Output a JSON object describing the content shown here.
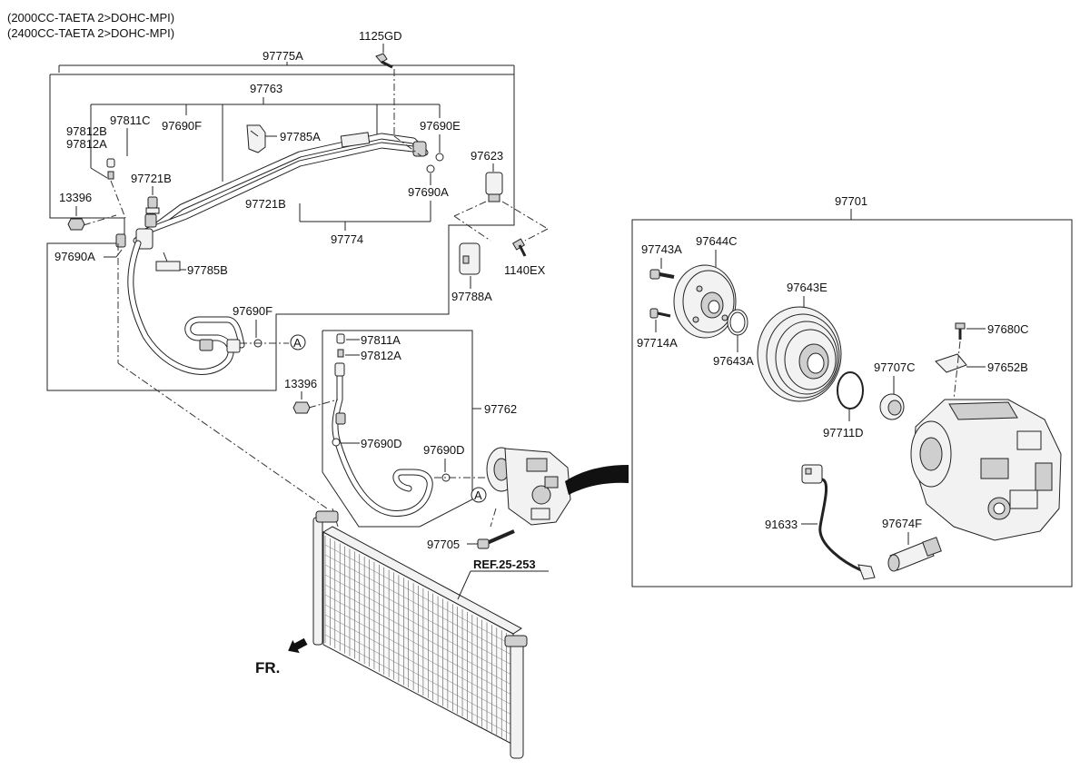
{
  "header": {
    "line1": "(2000CC-TAETA 2>DOHC-MPI)",
    "line2": "(2400CC-TAETA 2>DOHC-MPI)"
  },
  "labels": {
    "p1125GD": "1125GD",
    "p97775A": "97775A",
    "p97763": "97763",
    "p97811C": "97811C",
    "p97812B": "97812B",
    "p97812A_top": "97812A",
    "p97690F_top": "97690F",
    "p97785A": "97785A",
    "p97690E": "97690E",
    "p97623": "97623",
    "p97721B_top": "97721B",
    "p13396_top": "13396",
    "p97690A_right": "97690A",
    "p97721B_low": "97721B",
    "p97774": "97774",
    "p97690A_left": "97690A",
    "p97785B": "97785B",
    "p1140EX": "1140EX",
    "p97788A": "97788A",
    "p97690F_low": "97690F",
    "p97811A": "97811A",
    "p97812A_low": "97812A",
    "p13396_low": "13396",
    "p97762": "97762",
    "p97690D_left": "97690D",
    "p97690D_right": "97690D",
    "p97705": "97705",
    "p97701": "97701",
    "p97743A": "97743A",
    "p97644C": "97644C",
    "p97643E": "97643E",
    "p97714A": "97714A",
    "p97643A": "97643A",
    "p97680C": "97680C",
    "p97707C": "97707C",
    "p97652B": "97652B",
    "p97711D": "97711D",
    "p91633": "91633",
    "p97674F": "97674F"
  },
  "markers": {
    "a": "A"
  },
  "ref": "REF.25-253",
  "fr": "FR."
}
